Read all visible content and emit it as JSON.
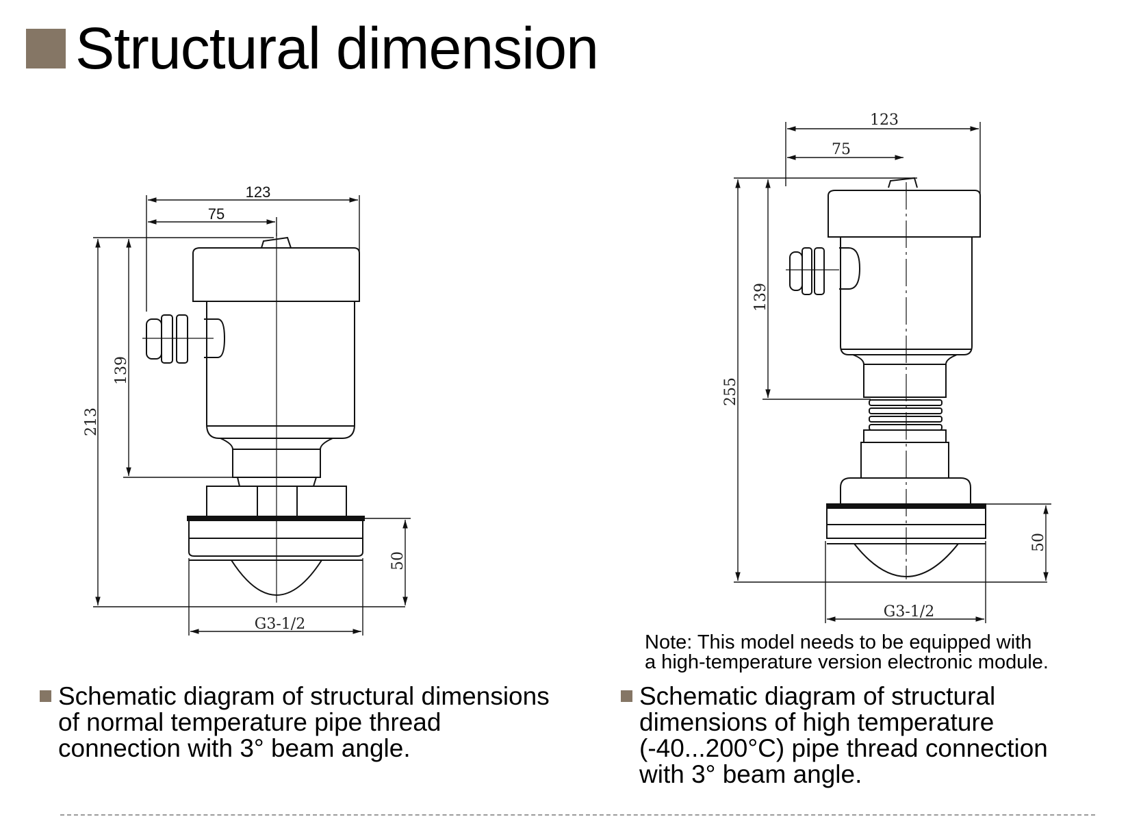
{
  "page": {
    "title": "Structural dimension",
    "accent_color": "#857665"
  },
  "diagram_left": {
    "dimensions": {
      "total_width": "123",
      "offset_width": "75",
      "total_height": "213",
      "housing_height": "139",
      "horn_height": "50",
      "thread": "G3-1/2"
    }
  },
  "diagram_right": {
    "dimensions": {
      "total_width": "123",
      "offset_width": "75",
      "total_height": "255",
      "housing_height": "139",
      "horn_height": "50",
      "thread": "G3-1/2"
    },
    "note_line1": "Note: This model needs to be equipped with",
    "note_line2": "a high-temperature version electronic module."
  },
  "captions": {
    "left": "Schematic diagram of structural dimensions\nof normal temperature pipe thread\nconnection with 3° beam angle.",
    "right": "Schematic diagram of structural\ndimensions of high temperature\n(-40...200°C) pipe thread connection\nwith 3° beam angle."
  }
}
